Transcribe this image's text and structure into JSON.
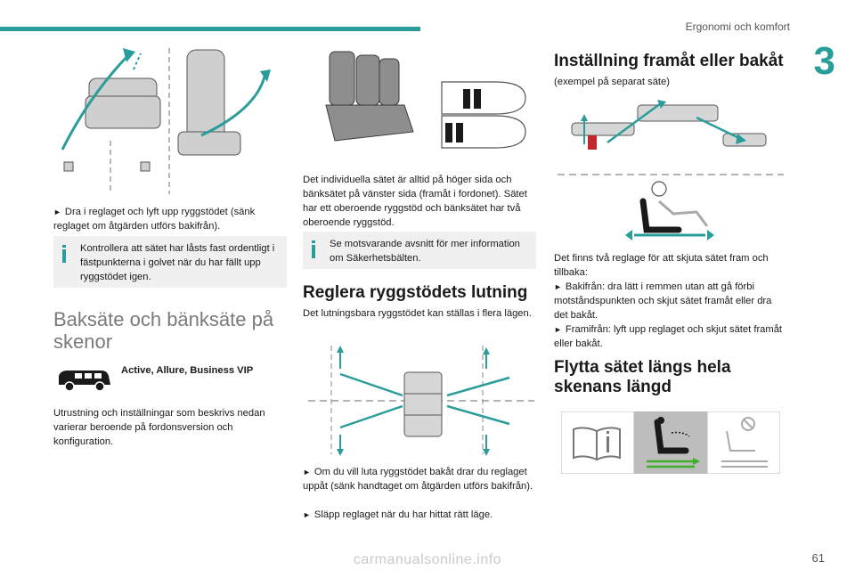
{
  "header": {
    "running_title": "Ergonomi och komfort",
    "chapter_number": "3"
  },
  "col1": {
    "step_text": "Dra i reglaget och lyft upp ryggstödet (sänk reglaget om åtgärden utförs bakifrån).",
    "info_text": "Kontrollera att sätet har låsts fast ordentligt i fästpunkterna i golvet när du har fällt upp ryggstödet igen.",
    "section_title": "Baksäte och bänksäte på skenor",
    "trim_label": "Active, Allure, Business VIP",
    "body_text": "Utrustning och inställningar som beskrivs nedan varierar beroende på fordonsversion och konfiguration."
  },
  "col2": {
    "para1": "Det individuella sätet är alltid på höger sida och bänksätet på vänster sida (framåt i fordonet). Sätet har ett oberoende ryggstöd och bänksätet har två oberoende ryggstöd.",
    "info_text": "Se motsvarande avsnitt för mer information om Säkerhetsbälten.",
    "section_title": "Reglera ryggstödets lutning",
    "para2": "Det lutningsbara ryggstödet kan ställas i flera lägen.",
    "step1": "Om du vill luta ryggstödet bakåt drar du reglaget uppåt (sänk handtaget om åtgärden utförs bakifrån).",
    "step2": "Släpp reglaget när du har hittat rätt läge."
  },
  "col3": {
    "section_title": "Inställning framåt eller bakåt",
    "subtitle": "(exempel på separat säte)",
    "para1": "Det finns två reglage för att skjuta sätet fram och tillbaka:",
    "step1": "Bakifrån: dra lätt i remmen utan att gå förbi motståndspunkten och skjut sätet framåt eller dra det bakåt.",
    "step2": "Framifrån: lyft upp reglaget och skjut sätet framåt eller bakåt.",
    "section_title2": "Flytta sätet längs hela skenans längd"
  },
  "footer": {
    "page_number": "61",
    "watermark": "carmanualsonline.info"
  },
  "colors": {
    "accent": "#2a9d9a",
    "info_bg": "#f0f0f0",
    "green": "#3fae2a",
    "red": "#c0272d"
  },
  "icons": {
    "info": "info-icon",
    "step_arrow": "triangle-right-icon",
    "van": "van-icon"
  }
}
